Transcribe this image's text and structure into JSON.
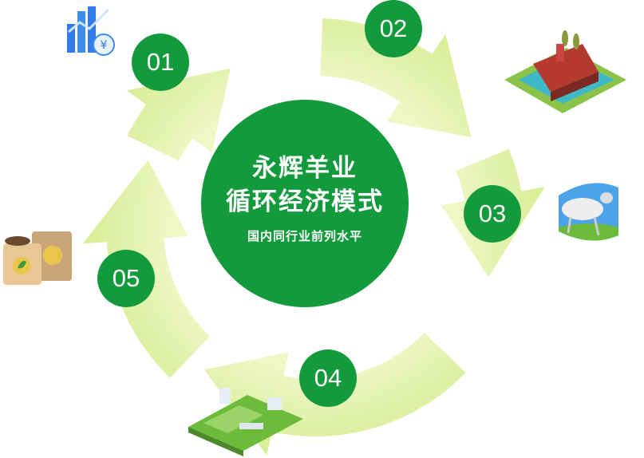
{
  "center": {
    "title_line1": "永辉羊业",
    "title_line2": "循环经济模式",
    "subtitle": "国内同行业前列水平"
  },
  "steps": [
    {
      "number": "01",
      "icon": "finance-chart-icon"
    },
    {
      "number": "02",
      "icon": "barn-farm-icon"
    },
    {
      "number": "03",
      "icon": "sheep-icon"
    },
    {
      "number": "04",
      "icon": "farmland-icon"
    },
    {
      "number": "05",
      "icon": "fertilizer-bag-icon"
    }
  ],
  "colors": {
    "green": "#129a3c",
    "arrow_light": "#f4f9dc",
    "arrow_dark": "#d3ea88"
  }
}
